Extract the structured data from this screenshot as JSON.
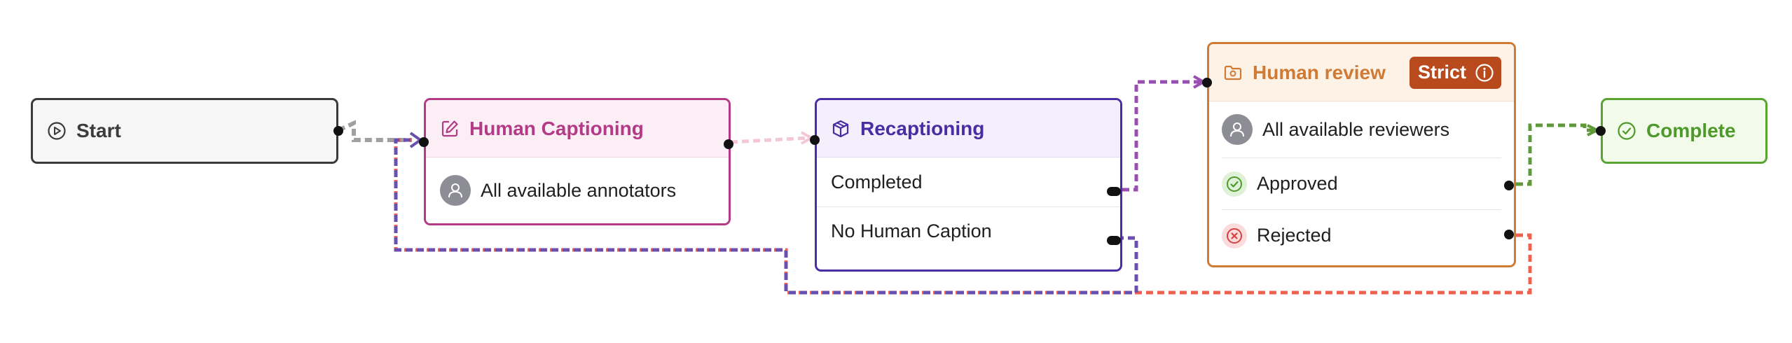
{
  "nodes": {
    "start": {
      "title": "Start",
      "icon": "play-circle-icon",
      "color": "#3b3b3b"
    },
    "human_captioning": {
      "title": "Human Captioning",
      "icon": "edit-icon",
      "color": "#b33a87",
      "assignee": "All available annotators"
    },
    "recaptioning": {
      "title": "Recaptioning",
      "icon": "cube-icon",
      "color": "#4a2ca3",
      "outputs": [
        "Completed",
        "No Human Caption"
      ]
    },
    "human_review": {
      "title": "Human review",
      "icon": "camera-folder-icon",
      "color": "#cf7a35",
      "badge": "Strict",
      "badge_color": "#b84a1d",
      "assignee": "All available reviewers",
      "outputs": [
        "Approved",
        "Rejected"
      ]
    },
    "complete": {
      "title": "Complete",
      "icon": "check-circle-icon",
      "color": "#4d9a2a"
    }
  },
  "edge_colors": {
    "start_to_hc": "#a0a0a0",
    "hc_to_rc": "#f3c7d6",
    "rc_completed_to_hr": "#9a4fb0",
    "rc_nohuman_loop": "#6b4fb0",
    "hr_approved_to_complete": "#5e9a3a",
    "hr_rejected_loop": "#f0614f"
  }
}
